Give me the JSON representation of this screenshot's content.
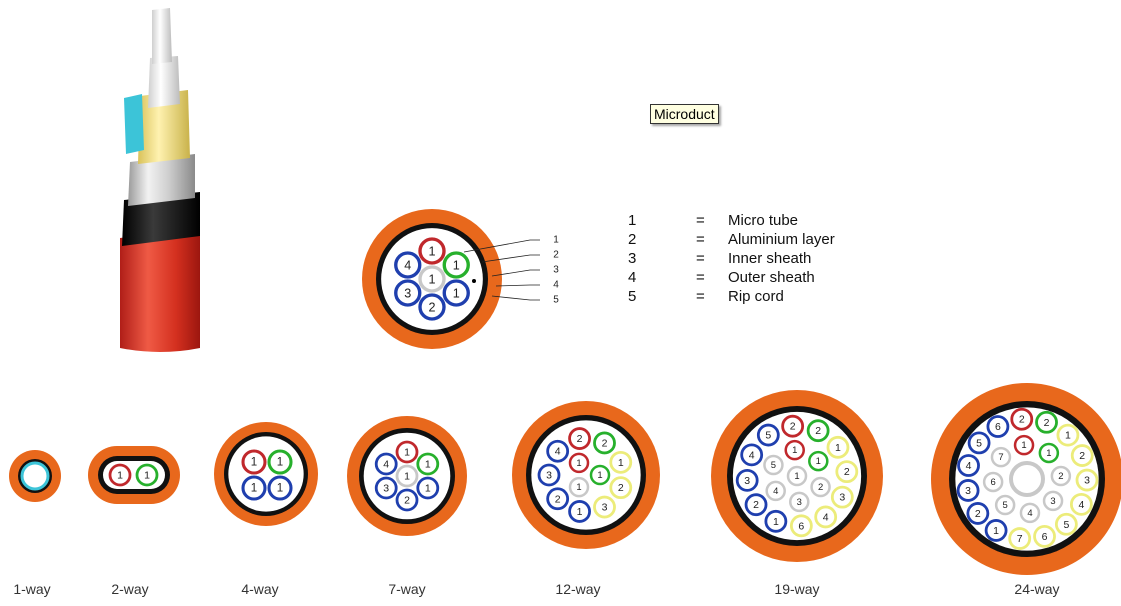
{
  "tooltip": {
    "label": "Microduct"
  },
  "legend": [
    {
      "num": "1",
      "eq": "=",
      "desc": "Micro tube"
    },
    {
      "num": "2",
      "eq": "=",
      "desc": "Aluminium layer"
    },
    {
      "num": "3",
      "eq": "=",
      "desc": "Inner sheath"
    },
    {
      "num": "4",
      "eq": "=",
      "desc": "Outer sheath"
    },
    {
      "num": "5",
      "eq": "=",
      "desc": "Rip cord"
    }
  ],
  "callout_numbers": [
    "1",
    "2",
    "3",
    "4",
    "5"
  ],
  "colors": {
    "outer_sheath": "#e8681c",
    "inner_sheath": "#111111",
    "tube_red": "#c0282c",
    "tube_green": "#27b02c",
    "tube_blue": "#1f3fae",
    "tube_white": "#c8c8c8",
    "tube_yellow": "#ecec7a",
    "cable_red": "#d8322a"
  },
  "bundles": [
    {
      "label": "1-way",
      "tubes": []
    },
    {
      "label": "2-way",
      "tubes": [
        {
          "num": "1",
          "color": "red"
        },
        {
          "num": "1",
          "color": "green"
        }
      ]
    },
    {
      "label": "4-way",
      "tubes": [
        {
          "num": "1",
          "color": "red"
        },
        {
          "num": "1",
          "color": "green"
        },
        {
          "num": "1",
          "color": "blue"
        },
        {
          "num": "1",
          "color": "blue"
        }
      ]
    },
    {
      "label": "7-way",
      "tubes": [
        {
          "num": "1",
          "color": "red"
        },
        {
          "num": "1",
          "color": "green"
        },
        {
          "num": "1",
          "color": "blue"
        },
        {
          "num": "2",
          "color": "blue"
        },
        {
          "num": "3",
          "color": "blue"
        },
        {
          "num": "4",
          "color": "blue"
        },
        {
          "num": "1",
          "color": "white"
        }
      ]
    },
    {
      "label": "12-way",
      "tubes": [
        {
          "num": "2",
          "color": "red"
        },
        {
          "num": "2",
          "color": "green"
        },
        {
          "num": "1",
          "color": "yellow"
        },
        {
          "num": "2",
          "color": "yellow"
        },
        {
          "num": "3",
          "color": "yellow"
        },
        {
          "num": "1",
          "color": "blue"
        },
        {
          "num": "2",
          "color": "blue"
        },
        {
          "num": "3",
          "color": "blue"
        },
        {
          "num": "4",
          "color": "blue"
        },
        {
          "num": "1",
          "color": "red"
        },
        {
          "num": "1",
          "color": "green"
        },
        {
          "num": "1",
          "color": "white"
        }
      ]
    },
    {
      "label": "19-way",
      "tubes": [
        {
          "num": "2",
          "color": "red"
        },
        {
          "num": "2",
          "color": "green"
        },
        {
          "num": "1",
          "color": "yellow"
        },
        {
          "num": "2",
          "color": "yellow"
        },
        {
          "num": "3",
          "color": "yellow"
        },
        {
          "num": "4",
          "color": "yellow"
        },
        {
          "num": "6",
          "color": "yellow"
        },
        {
          "num": "1",
          "color": "blue"
        },
        {
          "num": "2",
          "color": "blue"
        },
        {
          "num": "3",
          "color": "blue"
        },
        {
          "num": "4",
          "color": "blue"
        },
        {
          "num": "5",
          "color": "blue"
        },
        {
          "num": "1",
          "color": "red"
        },
        {
          "num": "1",
          "color": "green"
        },
        {
          "num": "2",
          "color": "white"
        },
        {
          "num": "3",
          "color": "white"
        },
        {
          "num": "4",
          "color": "white"
        },
        {
          "num": "5",
          "color": "white"
        },
        {
          "num": "1",
          "color": "white"
        }
      ]
    },
    {
      "label": "24-way",
      "tubes": [
        {
          "num": "2",
          "color": "red"
        },
        {
          "num": "2",
          "color": "green"
        },
        {
          "num": "1",
          "color": "yellow"
        },
        {
          "num": "2",
          "color": "yellow"
        },
        {
          "num": "3",
          "color": "yellow"
        },
        {
          "num": "4",
          "color": "yellow"
        },
        {
          "num": "5",
          "color": "yellow"
        },
        {
          "num": "6",
          "color": "yellow"
        },
        {
          "num": "7",
          "color": "yellow"
        },
        {
          "num": "1",
          "color": "blue"
        },
        {
          "num": "2",
          "color": "blue"
        },
        {
          "num": "3",
          "color": "blue"
        },
        {
          "num": "4",
          "color": "blue"
        },
        {
          "num": "5",
          "color": "blue"
        },
        {
          "num": "6",
          "color": "blue"
        },
        {
          "num": "1",
          "color": "red"
        },
        {
          "num": "1",
          "color": "green"
        },
        {
          "num": "2",
          "color": "white"
        },
        {
          "num": "3",
          "color": "white"
        },
        {
          "num": "4",
          "color": "white"
        },
        {
          "num": "5",
          "color": "white"
        },
        {
          "num": "6",
          "color": "white"
        },
        {
          "num": "7",
          "color": "white"
        },
        {
          "num": "1",
          "color": "white"
        }
      ]
    }
  ],
  "feature_bundle": {
    "tubes": [
      {
        "num": "1",
        "color": "red"
      },
      {
        "num": "1",
        "color": "green"
      },
      {
        "num": "1",
        "color": "blue"
      },
      {
        "num": "2",
        "color": "blue"
      },
      {
        "num": "3",
        "color": "blue"
      },
      {
        "num": "4",
        "color": "blue"
      },
      {
        "num": "1",
        "color": "white"
      }
    ]
  }
}
